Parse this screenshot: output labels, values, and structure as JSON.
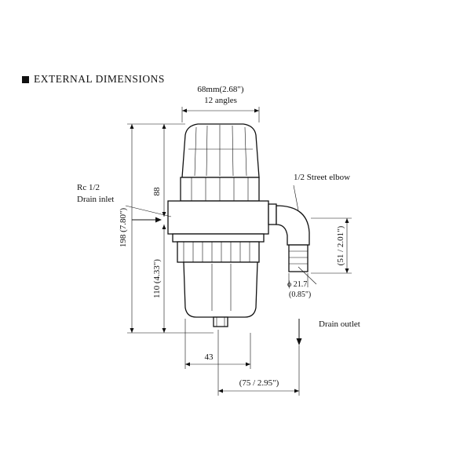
{
  "header": {
    "title": "EXTERNAL DIMENSIONS"
  },
  "dimensions": {
    "top_width": "68mm(2.68\")",
    "top_angles": "12 angles",
    "overall_height": "198 (7.80\")",
    "upper_height": "88",
    "lower_height": "110 (4.33\")",
    "elbow_height": "(51 / 2.01\")",
    "bowl_width": "43",
    "offset": "(75 / 2.95\")",
    "pipe_diameter": "ϕ 21.7",
    "pipe_diameter_in": "(0.85\")"
  },
  "labels": {
    "inlet_line1": "Rc 1/2",
    "inlet_line2": "Drain inlet",
    "elbow": "1/2 Street elbow",
    "outlet": "Drain outlet"
  }
}
